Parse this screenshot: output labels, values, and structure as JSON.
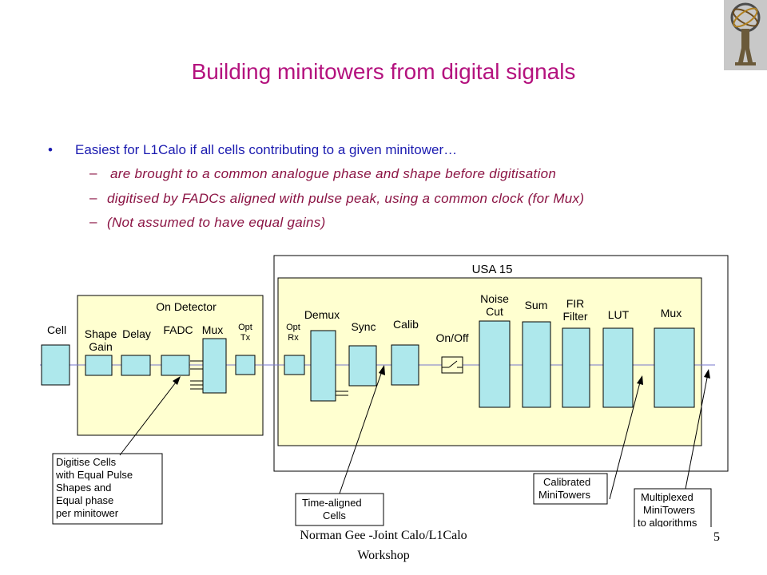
{
  "slide": {
    "title": "Building minitowers from digital signals",
    "bullet_main": "Easiest for L1Calo if all cells contributing to a given minitower…",
    "sub_bullets": [
      " are brought to a common analogue phase and shape before digitisation",
      "digitised by FADCs aligned with pulse peak, using a common clock (for Mux)",
      "(Not assumed to have equal gains)"
    ],
    "footer": "Norman Gee -Joint Calo/L1Calo Workshop",
    "page_number": "5"
  },
  "diagram": {
    "usa_label": "USA 15",
    "on_detector_label": "On Detector",
    "block_labels": {
      "cell": "Cell",
      "shape": "Shape",
      "gain": "Gain",
      "delay": "Delay",
      "fadc": "FADC",
      "mux_det": "Mux",
      "opt_tx_1": "Opt",
      "opt_tx_2": "Tx",
      "opt_rx_1": "Opt",
      "opt_rx_2": "Rx",
      "demux": "Demux",
      "sync": "Sync",
      "calib": "Calib",
      "onoff": "On/Off",
      "noise_1": "Noise",
      "noise_2": "Cut",
      "sum": "Sum",
      "fir_1": "FIR",
      "fir_2": "Filter",
      "lut": "LUT",
      "mux_usa": "Mux"
    },
    "annotations": {
      "digitise": [
        "Digitise Cells",
        "with Equal Pulse",
        "Shapes and",
        "Equal phase",
        "per minitower"
      ],
      "time_aligned": [
        "Time-aligned",
        "Cells"
      ],
      "calibrated": [
        "Calibrated",
        "MiniTowers"
      ],
      "multiplexed": [
        "Multiplexed",
        "MiniTowers",
        "to algorithms"
      ]
    },
    "colors": {
      "box_fill": "#aee8ec",
      "panel_fill": "#ffffd0",
      "title_color": "#b4127e",
      "bullet_color": "#1b1bb0",
      "sub_color": "#8b1444",
      "signal_line": "#7777cc"
    }
  }
}
